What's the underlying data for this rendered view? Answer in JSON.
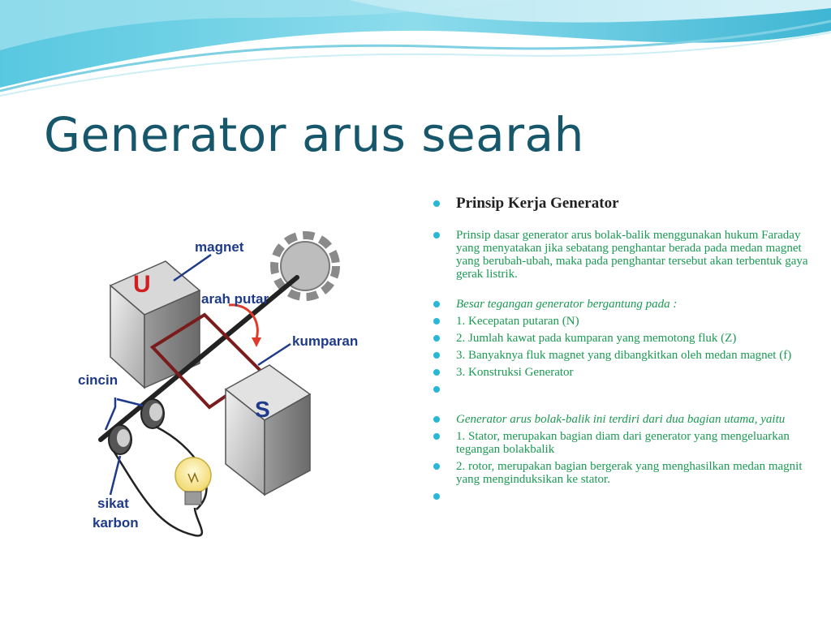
{
  "slide": {
    "title": "Generator arus searah",
    "colors": {
      "title": "#17576b",
      "body_text": "#1a9a52",
      "bullet": "#28b8d6",
      "heading": "#222222",
      "label": "#1e3a8a"
    }
  },
  "diagram": {
    "labels": {
      "magnet": "magnet",
      "pole_u": "U",
      "pole_s": "S",
      "arah_putar": "arah putar",
      "kumparan": "kumparan",
      "cincin": "cincin",
      "sikat": "sikat",
      "karbon": "karbon"
    }
  },
  "content": {
    "bullets": [
      {
        "text": "Prinsip Kerja Generator",
        "style": "head"
      },
      {
        "text": "Prinsip dasar generator arus bolak-balik menggunakan hukum Faraday yang menyatakan jika sebatang penghantar berada pada medan magnet yang berubah-ubah, maka pada penghantar tersebut akan terbentuk gaya gerak listrik.",
        "style": "normal gap-after"
      },
      {
        "text": "Besar tegangan generator bergantung pada :",
        "style": "it"
      },
      {
        "text": "1. Kecepatan putaran (N)",
        "style": "normal"
      },
      {
        "text": "2. Jumlah kawat pada kumparan yang memotong fluk (Z)",
        "style": "normal"
      },
      {
        "text": "3. Banyaknya fluk magnet yang dibangkitkan oleh medan magnet (f)",
        "style": "normal"
      },
      {
        "text": "3. Konstruksi Generator",
        "style": "normal"
      },
      {
        "text": "",
        "style": "normal gap-after"
      },
      {
        "text": "Generator arus bolak-balik ini terdiri dari dua bagian utama, yaitu",
        "style": "it"
      },
      {
        "text": "1. Stator, merupakan bagian diam dari generator yang mengeluarkan tegangan bolakbalik",
        "style": "normal"
      },
      {
        "text": "2. rotor, merupakan bagian bergerak yang menghasilkan medan magnit yang menginduksikan ke stator.",
        "style": "normal"
      },
      {
        "text": "",
        "style": "normal"
      }
    ]
  }
}
